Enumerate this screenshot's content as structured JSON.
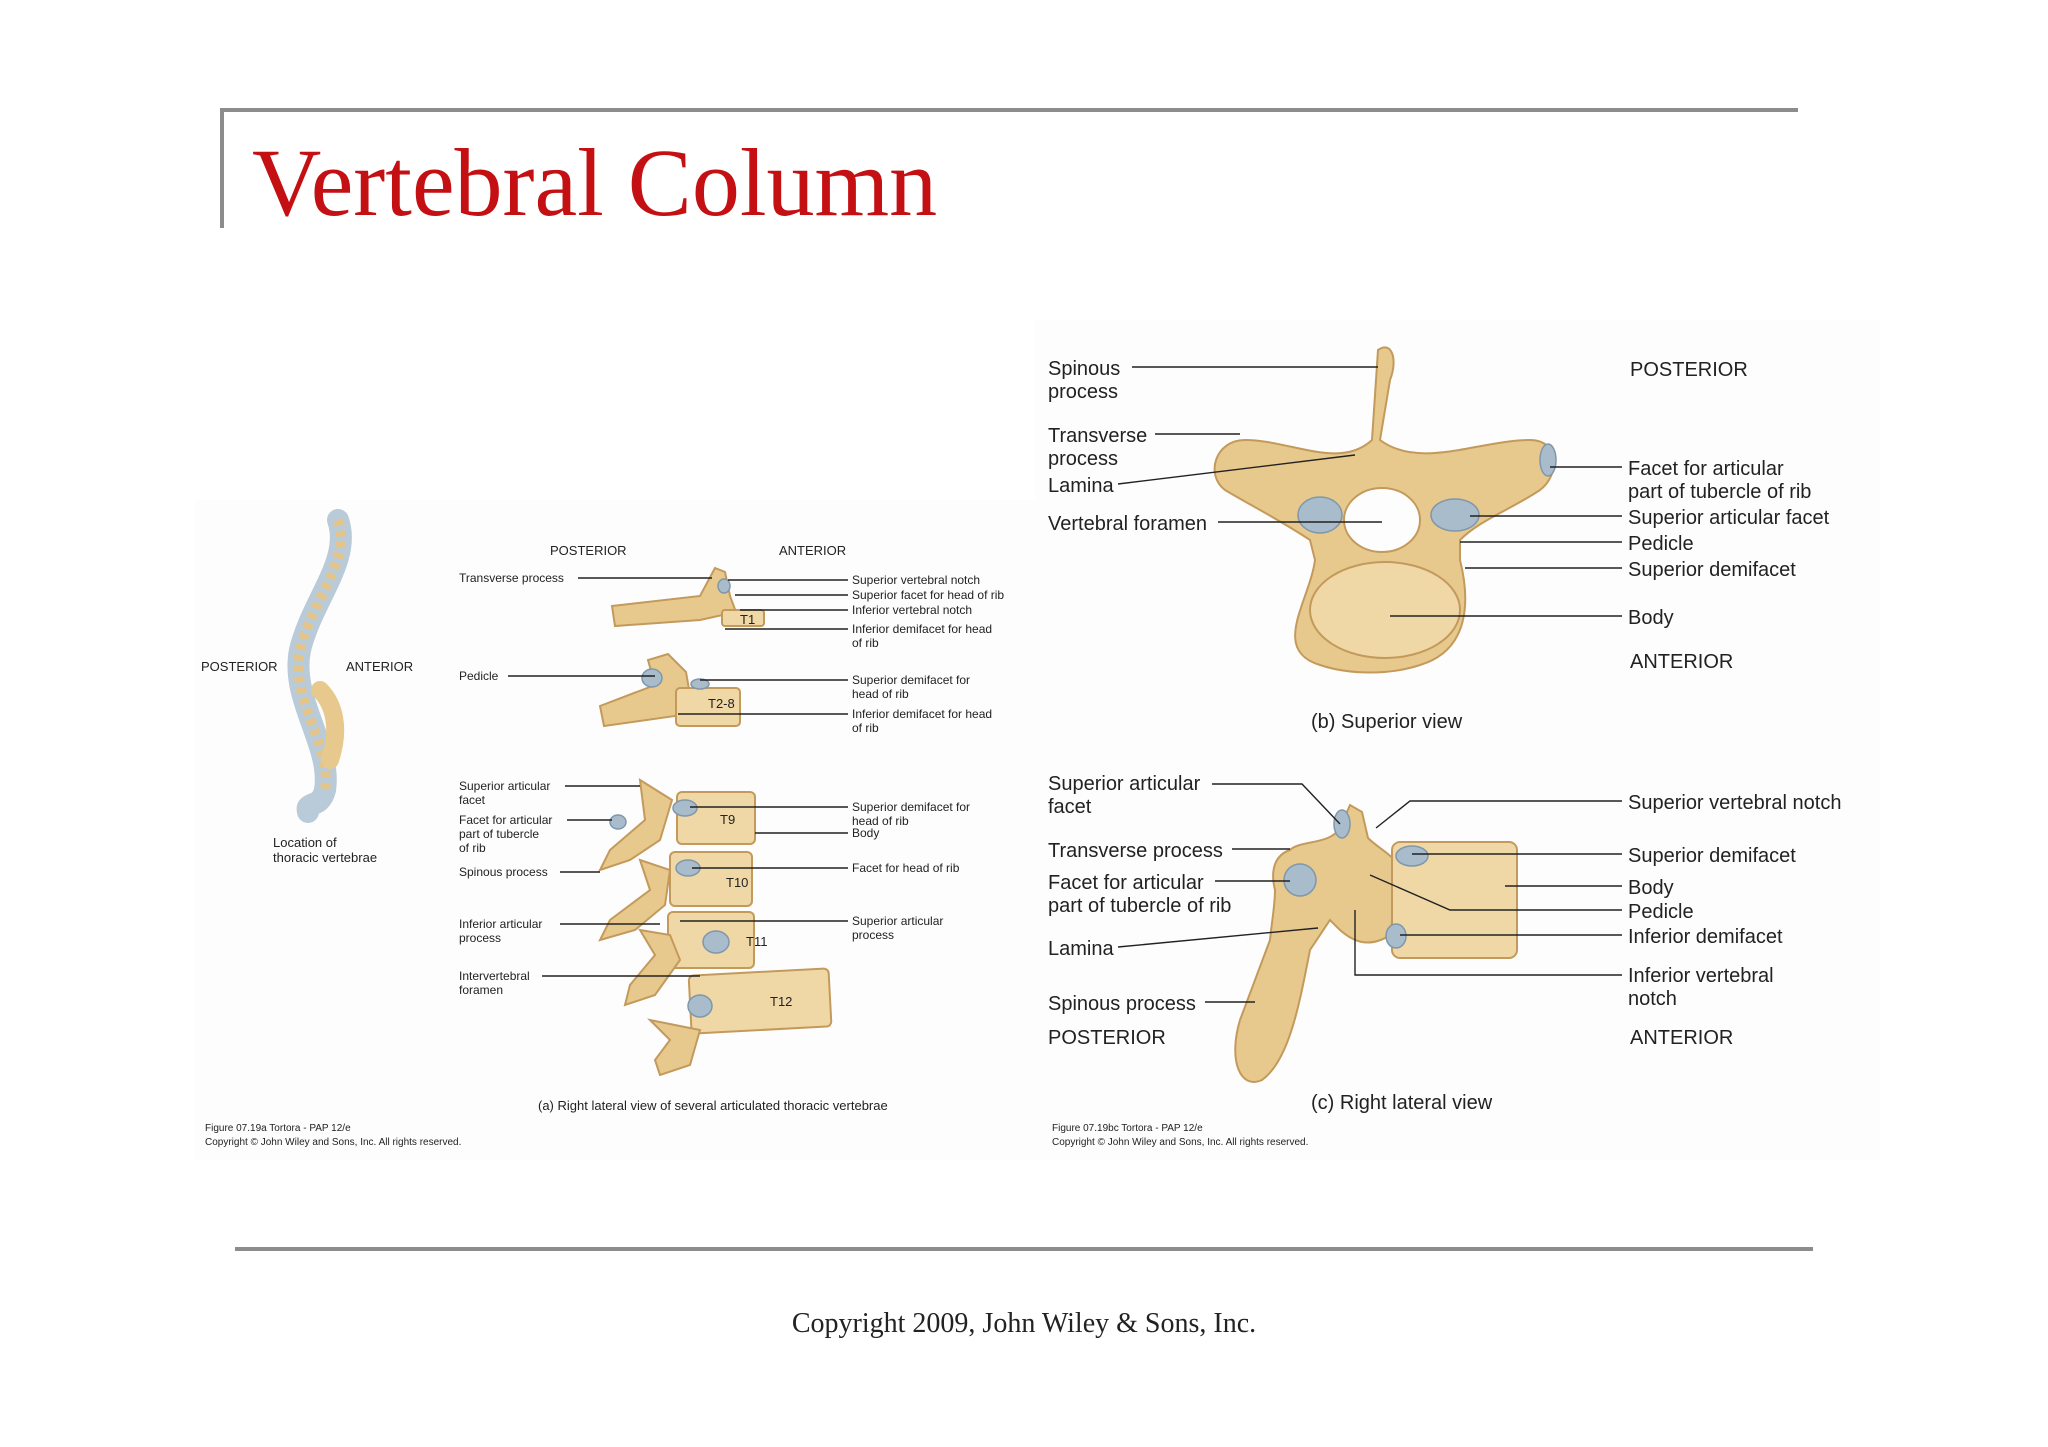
{
  "slide": {
    "title": "Vertebral Column",
    "footer": "Copyright 2009, John Wiley & Sons, Inc."
  },
  "figure_a": {
    "spine_posterior": "POSTERIOR",
    "spine_anterior": "ANTERIOR",
    "location_caption": [
      "Location of",
      "thoracic vertebrae"
    ],
    "posterior_header": "POSTERIOR",
    "anterior_header": "ANTERIOR",
    "vertebra_tags": [
      "T1",
      "T2-8",
      "T9",
      "T10",
      "T11",
      "T12"
    ],
    "labels_left": [
      [
        "Transverse process"
      ],
      [
        "Pedicle"
      ],
      [
        "Superior articular",
        "facet"
      ],
      [
        "Facet for articular",
        "part of tubercle",
        "of rib"
      ],
      [
        "Spinous process"
      ],
      [
        "Inferior articular",
        "process"
      ],
      [
        "Intervertebral",
        "foramen"
      ]
    ],
    "labels_right": [
      [
        "Superior vertebral notch"
      ],
      [
        "Superior facet for head of rib"
      ],
      [
        "Inferior vertebral notch"
      ],
      [
        "Inferior demifacet for head",
        "of rib"
      ],
      [
        "Superior demifacet for",
        "head of rib"
      ],
      [
        "Inferior demifacet for head",
        "of rib"
      ],
      [
        "Superior demifacet for",
        "head of rib"
      ],
      [
        "Body"
      ],
      [
        "Facet for head of rib"
      ],
      [
        "Superior articular",
        "process"
      ]
    ],
    "caption": "(a) Right lateral view of several articulated thoracic vertebrae",
    "credit": [
      "Figure 07.19a  Tortora - PAP 12/e",
      "Copyright © John Wiley and Sons, Inc. All rights reserved."
    ]
  },
  "figure_b": {
    "posterior": "POSTERIOR",
    "anterior": "ANTERIOR",
    "labels_left": [
      [
        "Spinous",
        "process"
      ],
      [
        "Transverse",
        "process"
      ],
      [
        "Lamina"
      ],
      [
        "Vertebral foramen"
      ]
    ],
    "labels_right": [
      [
        "Facet for articular",
        "part of tubercle of rib"
      ],
      [
        "Superior articular facet"
      ],
      [
        "Pedicle"
      ],
      [
        "Superior demifacet"
      ],
      [
        "Body"
      ]
    ],
    "caption": "(b) Superior view"
  },
  "figure_c": {
    "posterior": "POSTERIOR",
    "anterior": "ANTERIOR",
    "labels_left": [
      [
        "Superior articular",
        "facet"
      ],
      [
        "Transverse process"
      ],
      [
        "Facet for articular",
        "part of tubercle of rib"
      ],
      [
        "Lamina"
      ],
      [
        "Spinous process"
      ]
    ],
    "labels_right": [
      [
        "Superior vertebral notch"
      ],
      [
        "Superior demifacet"
      ],
      [
        "Body"
      ],
      [
        "Pedicle"
      ],
      [
        "Inferior demifacet"
      ],
      [
        "Inferior vertebral",
        "notch"
      ]
    ],
    "caption": "(c) Right lateral view",
    "credit": [
      "Figure 07.19bc  Tortora - PAP 12/e",
      "Copyright © John Wiley and Sons, Inc. All rights reserved."
    ]
  },
  "colors": {
    "title": "#c40f13",
    "bone": "#e8c98d",
    "cartilage": "#a9bccb",
    "rule": "#8c8c8c"
  }
}
